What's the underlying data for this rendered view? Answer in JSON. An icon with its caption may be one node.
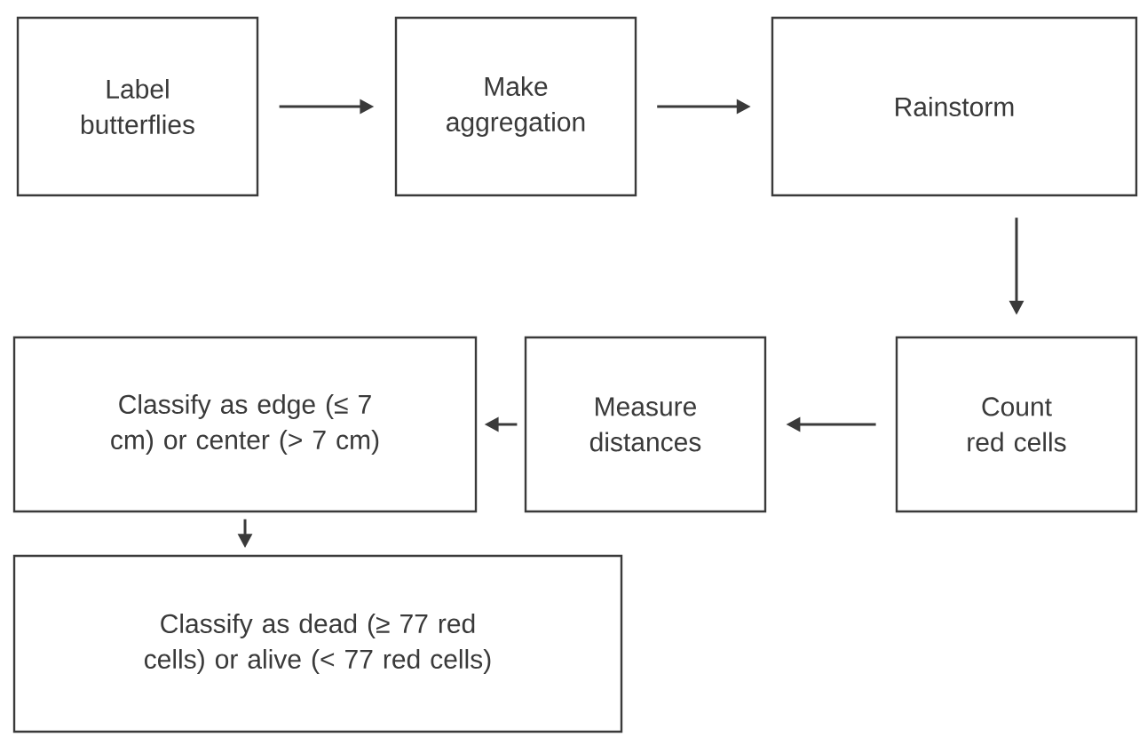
{
  "diagram": {
    "nodes": [
      {
        "text": [
          "Label butterflies"
        ]
      },
      {
        "text": [
          "Make aggregation"
        ]
      },
      {
        "text": [
          "Rainstorm"
        ]
      },
      {
        "text": [
          "Count red cells"
        ]
      },
      {
        "text": [
          "Measure distances"
        ]
      },
      {
        "text": [
          "Classify as edge (≤ 7 cm) or center (> 7 cm)"
        ]
      },
      {
        "text": [
          "Classify as dead (≥ 77 red cells) or alive (< 77 red cells)"
        ]
      }
    ],
    "edges": [
      {
        "from": 0,
        "to": 1,
        "arrow": "to"
      },
      {
        "from": 1,
        "to": 2,
        "arrow": "to"
      },
      {
        "from": 2,
        "to": 3,
        "arrow": "to"
      },
      {
        "from": 3,
        "to": 4,
        "arrow": "to"
      },
      {
        "from": 4,
        "to": 5,
        "arrow": "to"
      },
      {
        "from": 5,
        "to": 6,
        "arrow": "to"
      }
    ]
  }
}
